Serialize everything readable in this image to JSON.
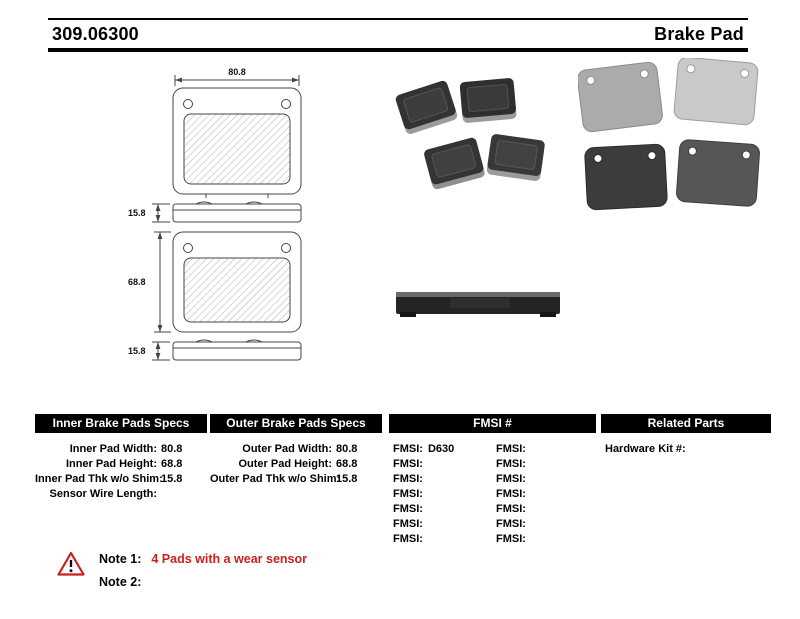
{
  "header": {
    "part_number": "309.06300",
    "product_type": "Brake Pad"
  },
  "drawing": {
    "width_dim": "80.8",
    "thickness_dim_top": "15.8",
    "height_dim": "68.8",
    "thickness_dim_bottom": "15.8"
  },
  "tables": {
    "inner": {
      "title": "Inner Brake Pads Specs",
      "rows": [
        {
          "label": "Inner Pad Width:",
          "value": "80.8"
        },
        {
          "label": "Inner Pad Height:",
          "value": "68.8"
        },
        {
          "label": "Inner Pad Thk w/o Shim:",
          "value": "15.8"
        },
        {
          "label": "Sensor Wire Length:",
          "value": ""
        }
      ]
    },
    "outer": {
      "title": "Outer Brake Pads Specs",
      "rows": [
        {
          "label": "Outer Pad Width:",
          "value": "80.8"
        },
        {
          "label": "Outer Pad Height:",
          "value": "68.8"
        },
        {
          "label": "Outer Pad Thk w/o Shim:",
          "value": "15.8"
        }
      ]
    },
    "fmsi": {
      "title": "FMSI #",
      "rows": [
        {
          "l_label": "FMSI:",
          "l_value": "D630",
          "r_label": "FMSI:",
          "r_value": ""
        },
        {
          "l_label": "FMSI:",
          "l_value": "",
          "r_label": "FMSI:",
          "r_value": ""
        },
        {
          "l_label": "FMSI:",
          "l_value": "",
          "r_label": "FMSI:",
          "r_value": ""
        },
        {
          "l_label": "FMSI:",
          "l_value": "",
          "r_label": "FMSI:",
          "r_value": ""
        },
        {
          "l_label": "FMSI:",
          "l_value": "",
          "r_label": "FMSI:",
          "r_value": ""
        },
        {
          "l_label": "FMSI:",
          "l_value": "",
          "r_label": "FMSI:",
          "r_value": ""
        },
        {
          "l_label": "FMSI:",
          "l_value": "",
          "r_label": "FMSI:",
          "r_value": ""
        }
      ]
    },
    "related": {
      "title": "Related Parts",
      "rows": [
        {
          "label": "Hardware Kit #:",
          "value": ""
        }
      ]
    }
  },
  "notes": {
    "note1_label": "Note 1:",
    "note1_text": "4 Pads with a wear sensor",
    "note2_label": "Note 2:",
    "note2_text": ""
  },
  "icons": {
    "warning": "warning-triangle-icon"
  },
  "colors": {
    "accent_red": "#cc1f1f",
    "header_bar": "#000000"
  }
}
